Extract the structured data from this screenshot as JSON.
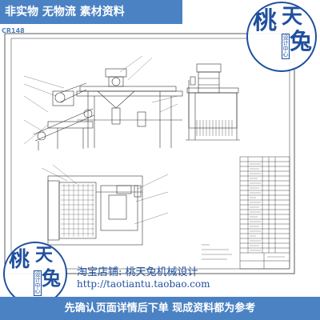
{
  "top_banner": {
    "text": "非实物 无物流 素材资料"
  },
  "code_label": "CR148",
  "logo": {
    "char_tao": "桃",
    "char_tian": "天",
    "char_tu": "兔",
    "sub_chars": [
      "设",
      "计",
      "中",
      "心"
    ]
  },
  "shop": {
    "line": "淘宝店铺:  桃天兔机械设计",
    "url": "http://taotiantu.taobao.com"
  },
  "bottom_banner": {
    "text": "先确认页面详情后下单 现成资料都为参考"
  },
  "colors": {
    "banner": "#4b82c4",
    "logo": "#1f4f9e",
    "drawing": "#333333"
  },
  "icons": [
    "taotiantu-logo"
  ]
}
